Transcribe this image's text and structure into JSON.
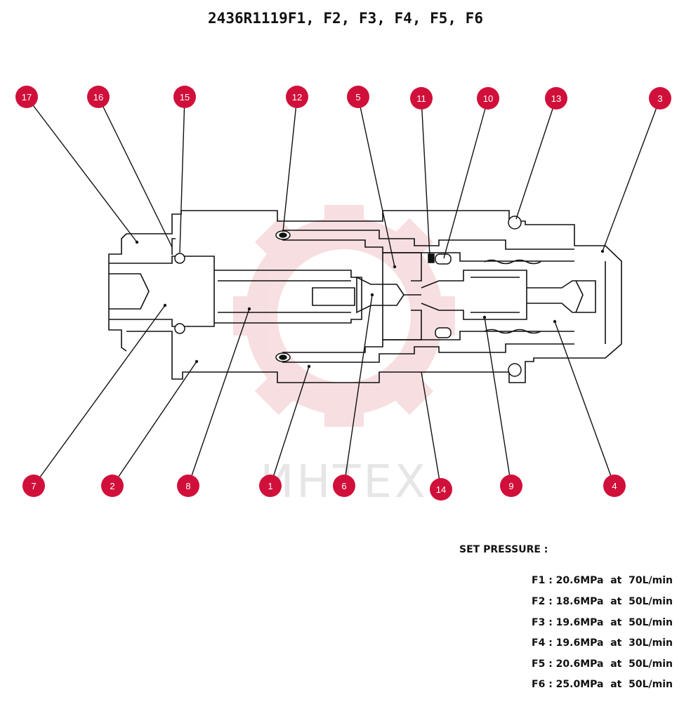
{
  "title": "2436R1119F1, F2, F3, F4, F5, F6",
  "watermark": "ИНТЕХ",
  "callouts": {
    "c17": "17",
    "c16": "16",
    "c15": "15",
    "c12": "12",
    "c5": "5",
    "c11": "11",
    "c10": "10",
    "c13": "13",
    "c3": "3",
    "c7": "7",
    "c2": "2",
    "c8": "8",
    "c1": "1",
    "c6": "6",
    "c14": "14",
    "c9": "9",
    "c4": "4"
  },
  "spec": {
    "heading": "SET PRESSURE :",
    "rows": [
      "F1 : 20.6MPa  at  70L/min",
      "F2 : 18.6MPa  at  50L/min",
      "F3 : 19.6MPa  at  50L/min",
      "F4 : 19.6MPa  at  30L/min",
      "F5 : 20.6MPa  at  50L/min",
      "F6 : 25.0MPa  at  50L/min"
    ]
  },
  "colors": {
    "callout": "#d0103a",
    "line": "#111111",
    "watermark": "#f2c4c8"
  }
}
